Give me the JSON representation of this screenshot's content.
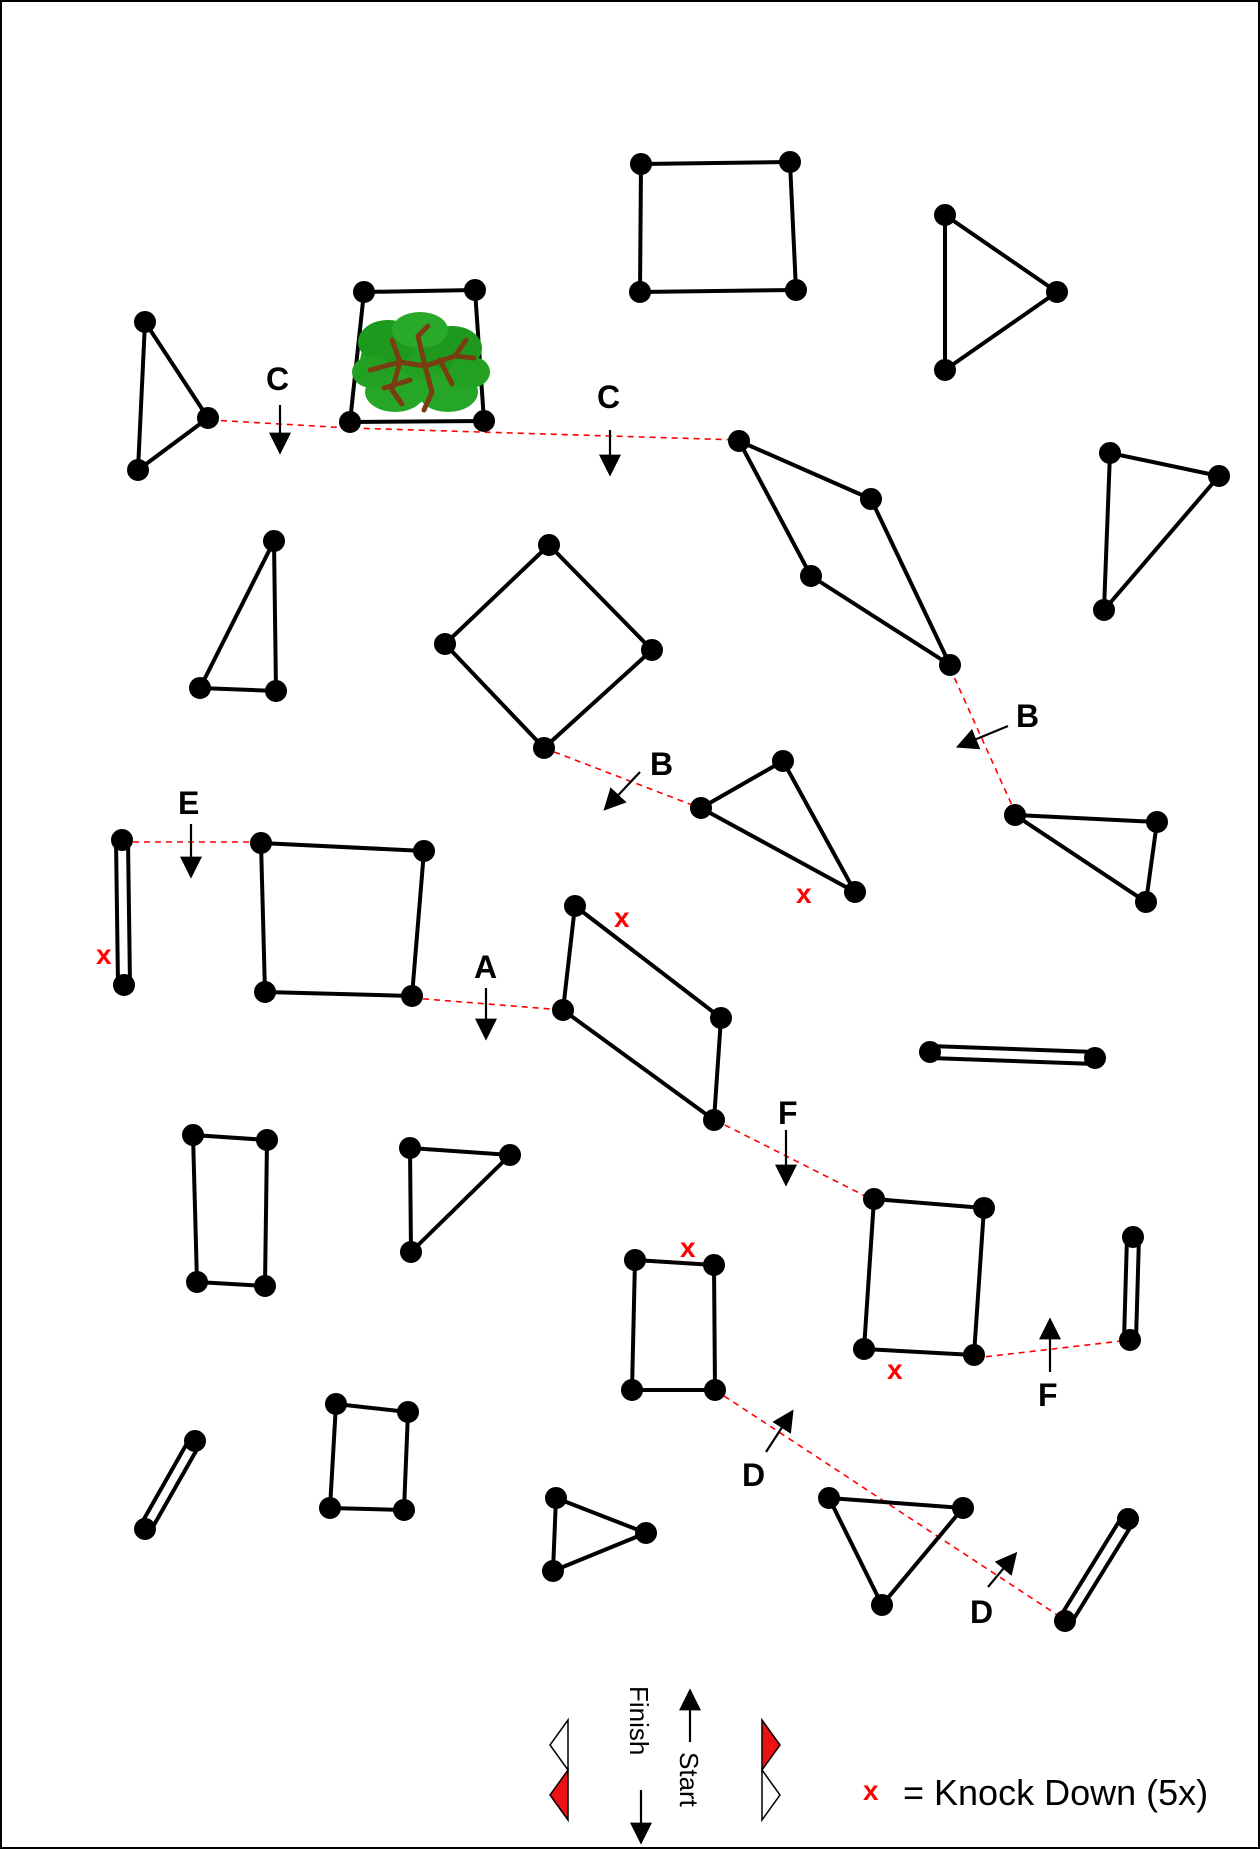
{
  "diagram": {
    "gate_labels": {
      "a": "A",
      "b": "B",
      "c": "C",
      "d": "D",
      "e": "E",
      "f": "F"
    },
    "knockdown_mark": "x",
    "legend": {
      "symbol": "x",
      "text": "= Knock Down (5x)"
    },
    "start_label": "Start",
    "finish_label": "Finish",
    "colors": {
      "line": "#000000",
      "knockdown": "#ff0000",
      "route": "#ff0000",
      "bush_green": "#22a022",
      "bush_branch": "#7a3d12",
      "flag_red": "#ee1111"
    }
  }
}
